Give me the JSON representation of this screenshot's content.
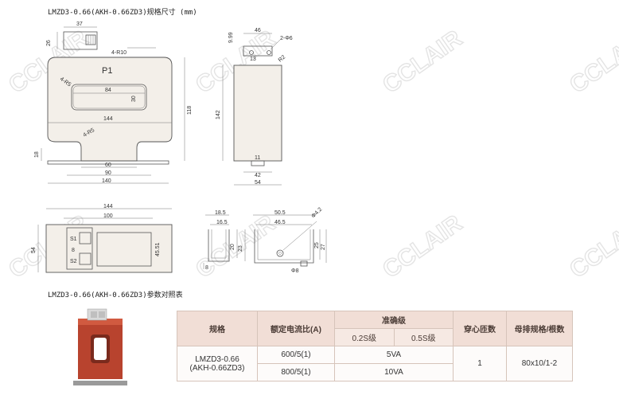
{
  "titles": {
    "dimensions": "LMZD3-0.66(AKH-0.66ZD3)规格尺寸 (mm)",
    "parameters": "LMZD3-0.66(AKH-0.66ZD3)参数对照表"
  },
  "watermark": "CCLAIR",
  "front_view": {
    "top_width": "37",
    "terminal_height": "26",
    "corner_radius": "4-R10",
    "logo": "P1",
    "slot_radius": "4-R5",
    "window_width": "84",
    "window_height": "30",
    "body_width": "144",
    "lower_radius": "4-R5",
    "height": "118",
    "foot_height": "18",
    "foot_inner": "60",
    "foot_mid": "90",
    "base_width": "140"
  },
  "side_view": {
    "top_offset": "9.99",
    "top_width": "46",
    "hole_offset": "13",
    "holes": "2-Φ6",
    "radius": "R2",
    "height": "142",
    "slot": "11",
    "inner_base": "42",
    "outer_base": "54"
  },
  "top_view": {
    "outer_width": "144",
    "inner_width": "100",
    "depth": "54",
    "terminal_s1": "S1",
    "terminal_s2": "S2",
    "spacing": "8",
    "inner_depth": "45.51"
  },
  "bracket_small": {
    "w1": "18.5",
    "w2": "16.5",
    "h1": "20",
    "h2": "23",
    "base": "8"
  },
  "bracket_large": {
    "w1": "50.5",
    "w2": "46.5",
    "hole": "Φ4.2",
    "h1": "25",
    "h2": "27",
    "hole2": "Φ8"
  },
  "table": {
    "headers": {
      "model": "规格",
      "ratio": "额定电流比(A)",
      "accuracy": "准确级",
      "acc_02s": "0.2S级",
      "acc_05s": "0.5S级",
      "turns": "穿心匝数",
      "busbar": "母排规格/根数"
    },
    "model_line1": "LMZD3-0.66",
    "model_line2": "(AKH-0.66ZD3)",
    "rows": [
      {
        "ratio": "600/5(1)",
        "accuracy": "5VA"
      },
      {
        "ratio": "800/5(1)",
        "accuracy": "10VA"
      }
    ],
    "turns": "1",
    "busbar": "80x10/1-2"
  }
}
